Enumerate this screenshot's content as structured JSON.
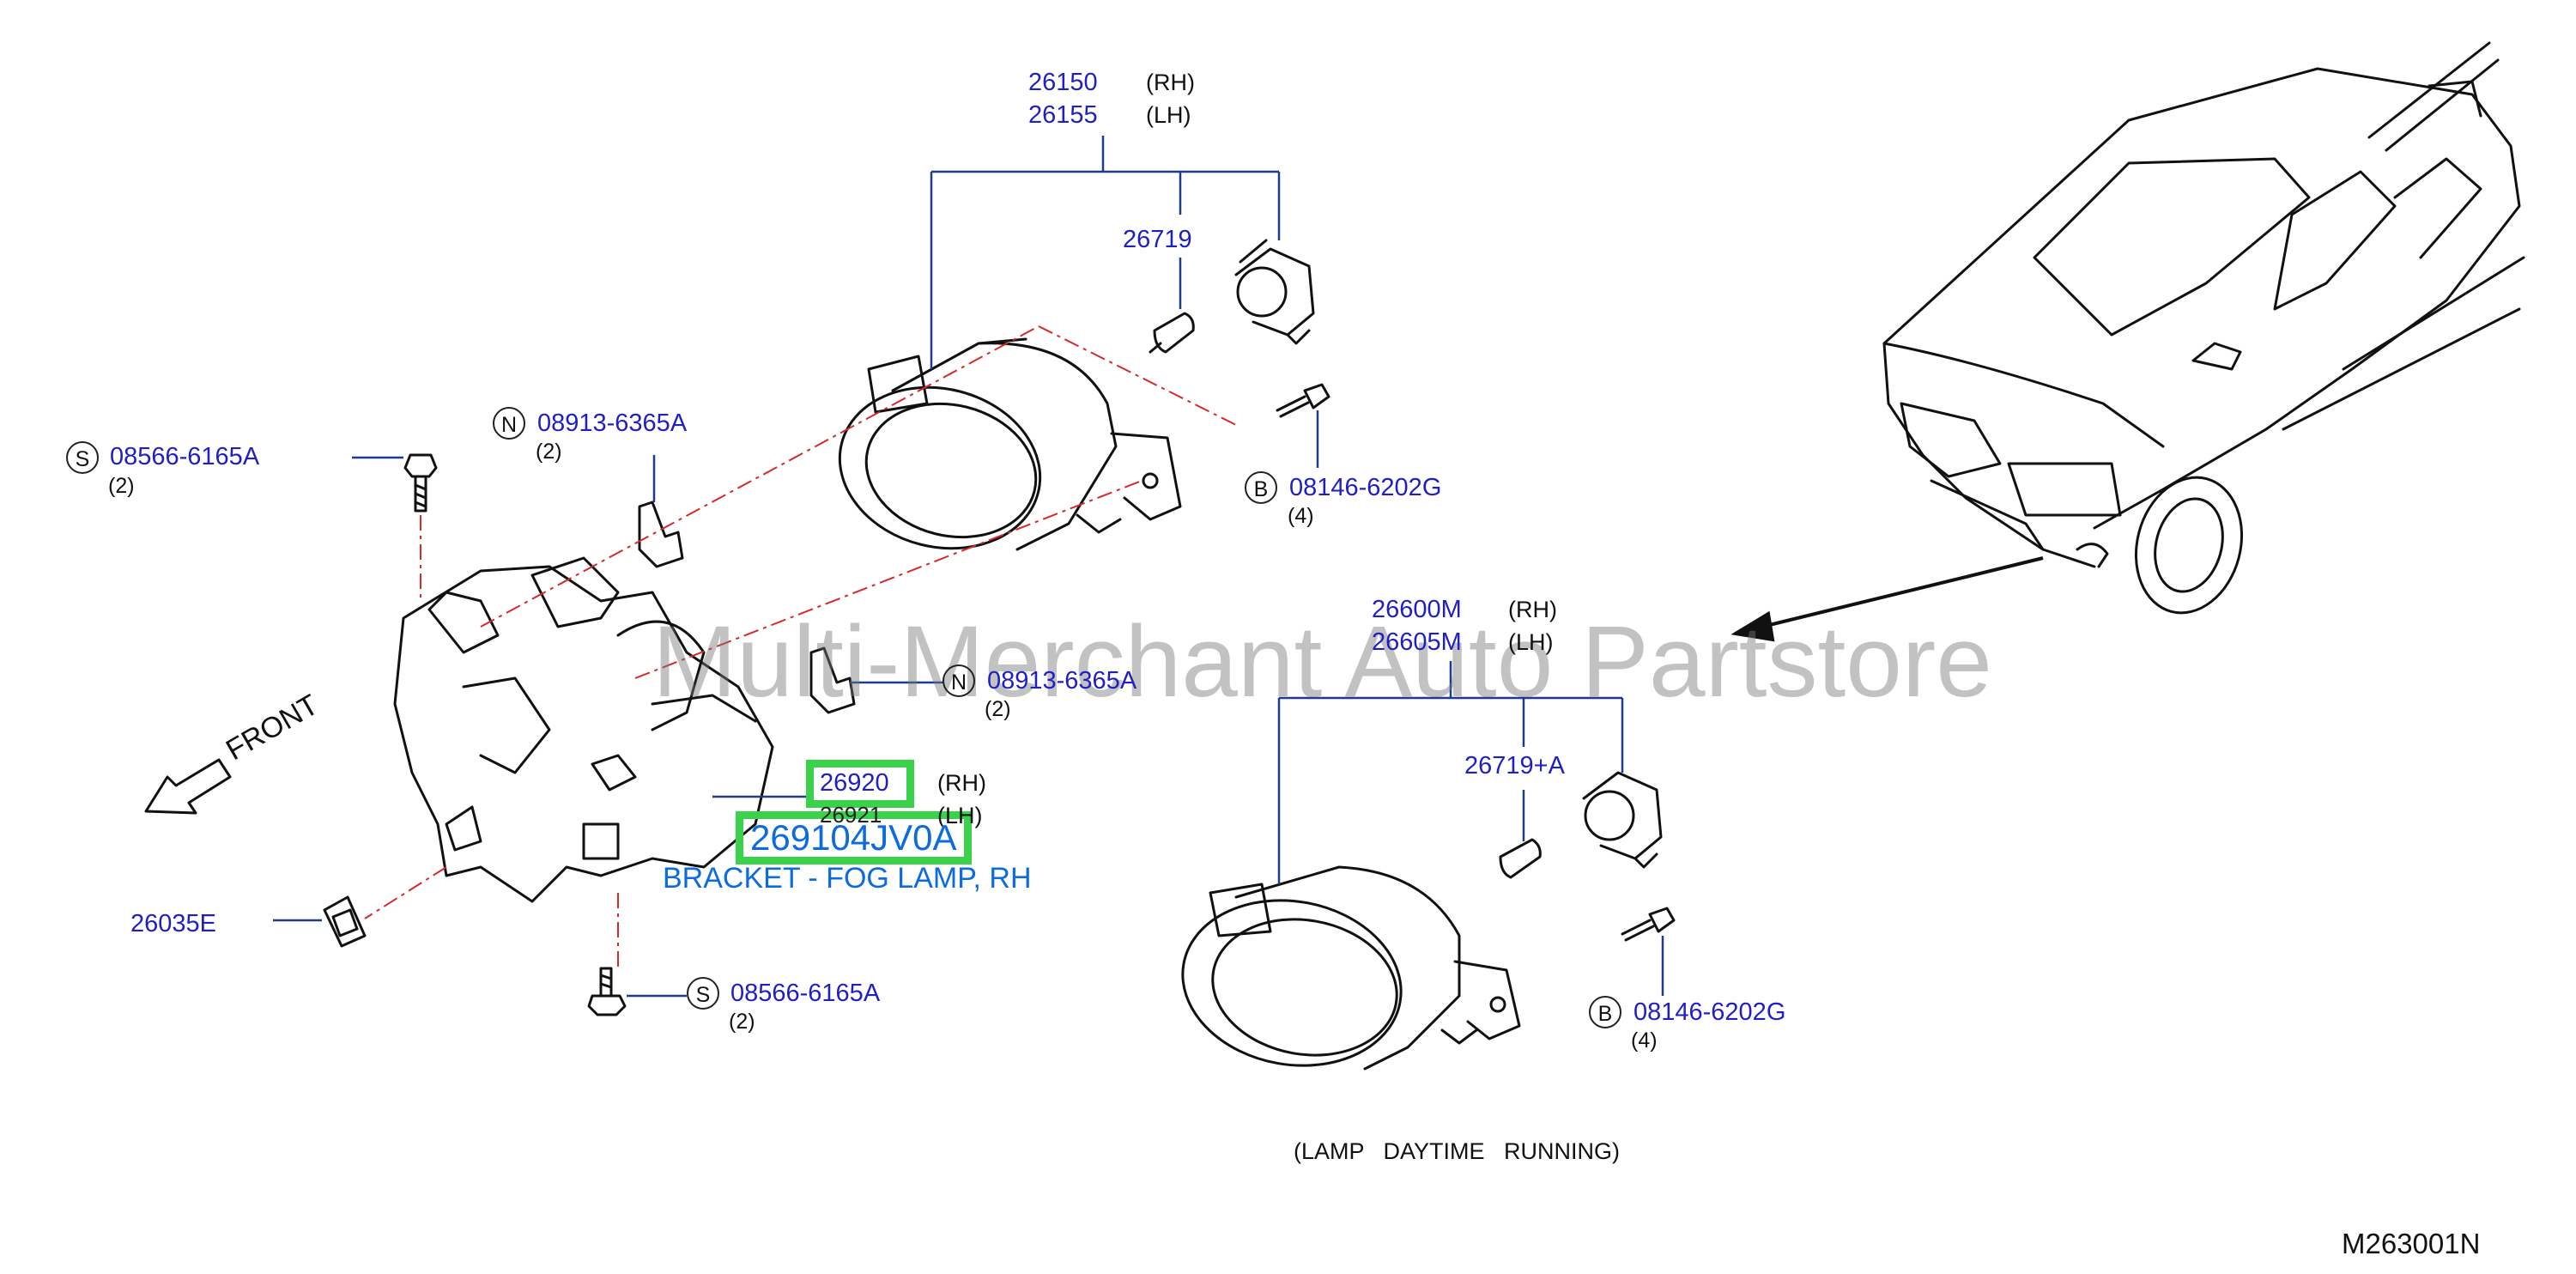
{
  "watermark": "Multi-Merchant Auto Partstore",
  "diagram_code": "M263001N",
  "front_label": "FRONT",
  "daytime_caption": "(LAMP   DAYTIME   RUNNING)",
  "highlight_color": "#39d24a",
  "part_number_color": "#1f1fc4",
  "selected": {
    "part_number": "269104JV0A",
    "description": "BRACKET - FOG LAMP, RH"
  },
  "callouts": {
    "fog_lamp_rh": "26150",
    "fog_lamp_lh": "26155",
    "bulb_upper": "26719",
    "bracket_rh": "26920",
    "bracket_lh": "26921",
    "clip": "26035E",
    "drl_rh": "26600M",
    "drl_lh": "26605M",
    "drl_bulb": "26719+A",
    "screw_s": "08566-6165A",
    "nut_n": "08913-6365A",
    "bolt_b": "08146-6202G"
  },
  "side": {
    "rh": "(RH)",
    "lh": "(LH)"
  },
  "quantities": {
    "two": "(2)",
    "four": "(4)"
  },
  "markers": {
    "s": "S",
    "n": "N",
    "b": "B"
  }
}
